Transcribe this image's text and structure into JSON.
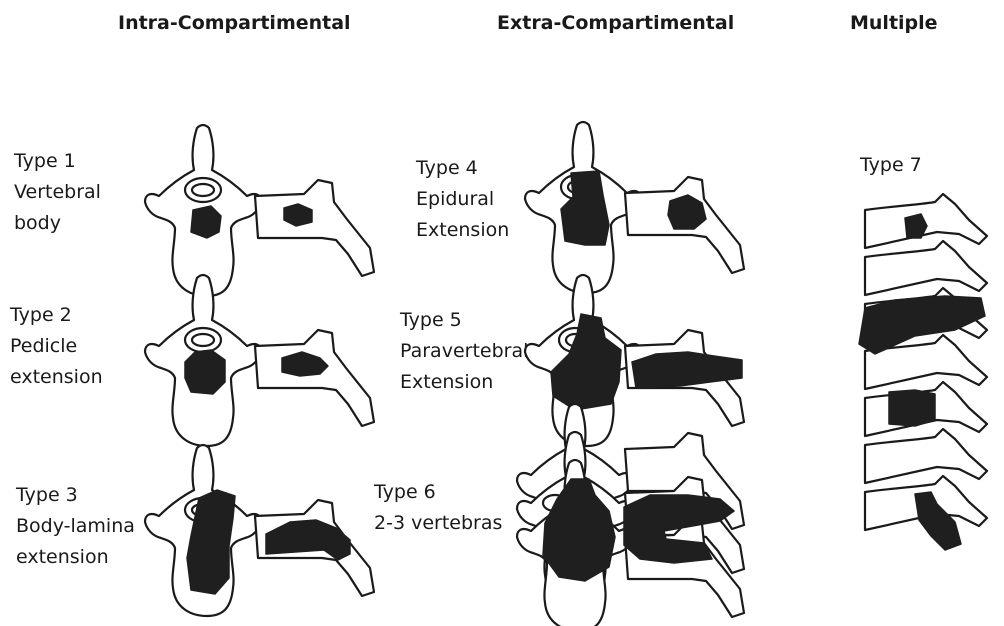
{
  "headers": {
    "intra": "Intra-Compartimental",
    "extra": "Extra-Compartimental",
    "multiple": "Multiple"
  },
  "types": [
    {
      "lines": [
        "Type 1",
        "Vertebral",
        "body"
      ]
    },
    {
      "lines": [
        "Type 2",
        "Pedicle",
        "extension"
      ]
    },
    {
      "lines": [
        "Type 3",
        "Body-lamina",
        "extension"
      ]
    },
    {
      "lines": [
        "Type 4",
        "Epidural",
        "Extension"
      ]
    },
    {
      "lines": [
        "Type 5",
        "Paravertebral",
        "Extension"
      ]
    },
    {
      "lines": [
        "Type 6",
        "2-3 vertebras"
      ]
    },
    {
      "lines": [
        "Type 7"
      ]
    }
  ]
}
